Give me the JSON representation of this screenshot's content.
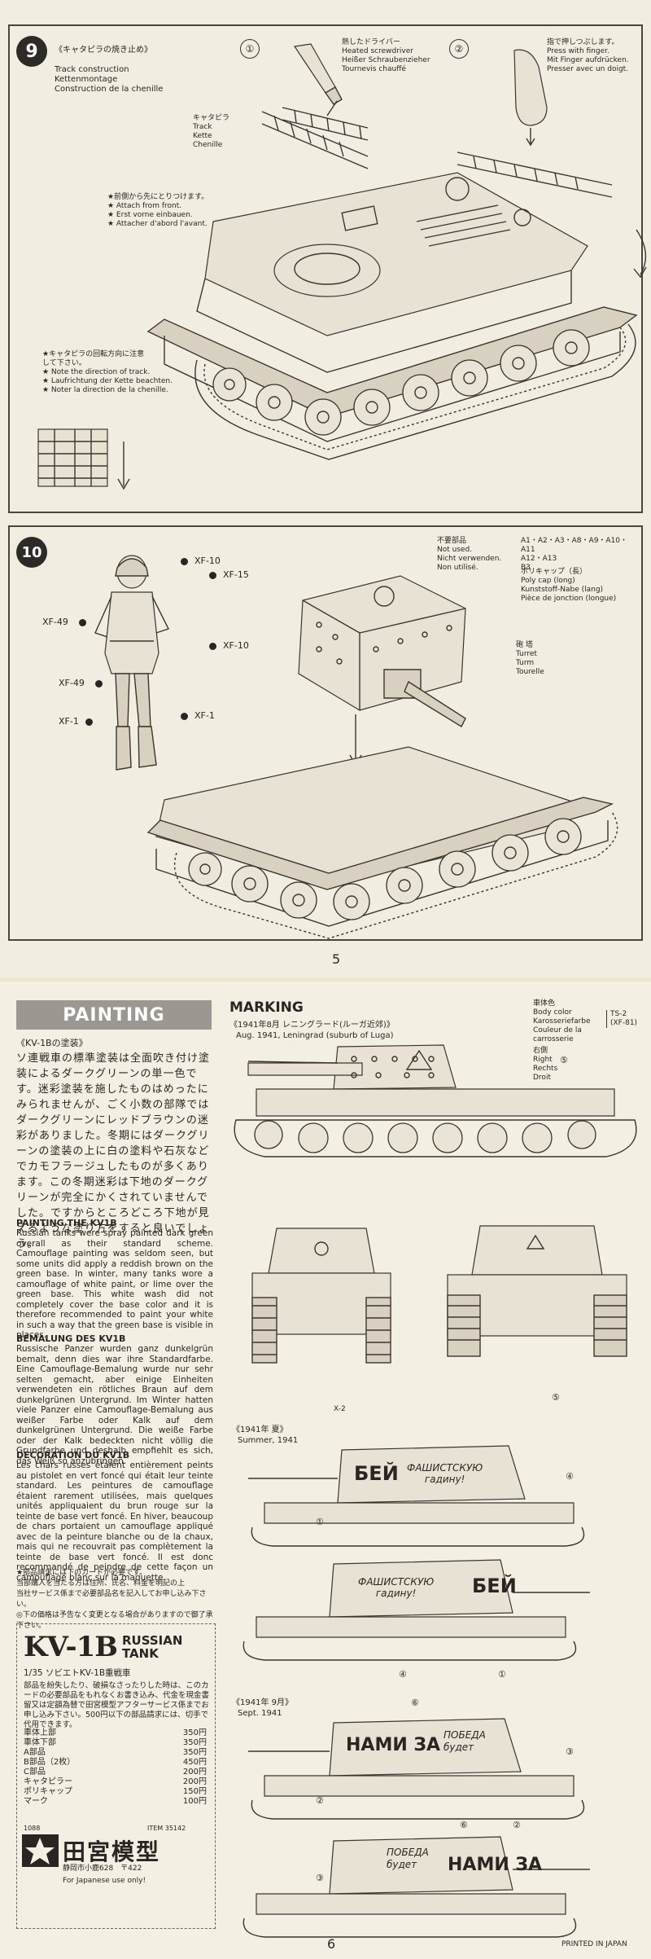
{
  "page5": {
    "page_number": "5",
    "step9": {
      "number": "9",
      "title_jp": "《キャタピラの焼き止め》",
      "title": "Track construction\nKettenmontage\nConstruction de la chenille",
      "sub1_num": "①",
      "sub1_text": "熱したドライバー\nHeated screwdriver\nHeißer Schraubenzieher\nTournevis chauffé",
      "sub2_num": "②",
      "sub2_text": "指で押しつぶします。\nPress with finger.\nMit Finger aufdrücken.\nPresser avec un doigt.",
      "track_label": "キャタピラ\nTrack\nKette\nChenille",
      "attach_note": "★前側から先にとりつけます。\n★ Attach from front.\n★ Erst vorne einbauen.\n★ Attacher d'abord l'avant.",
      "direction_note": "★キャタピラの回転方向に注意\n  して下さい。\n★ Note the direction of track.\n★ Laufrichtung der Kette beachten.\n★ Noter la direction de la chenille."
    },
    "step10": {
      "number": "10",
      "not_used": "不要部品\nNot used.\nNicht verwenden.\nNon utilisé.",
      "not_used_parts": "A1・A2・A3・A8・A9・A10・A11\nA12・A13\nB3",
      "polycap": "ポリキャップ（長）\nPoly cap (long)\nKunststoff-Nabe (lang)\nPièce de jonction (longue)",
      "turret": "砲 塔\nTurret\nTurm\nTourelle",
      "colors": {
        "cap": "XF-10",
        "face": "XF-15",
        "tunic_left": "XF-49",
        "belt": "XF-10",
        "trousers": "XF-49",
        "boots_left": "XF-1",
        "boots_right": "XF-1"
      }
    }
  },
  "page6": {
    "page_number": "6",
    "painting": {
      "header": "PAINTING",
      "jp_title": "《KV-1Bの塗装》",
      "jp_body": "ソ連戦車の標準塗装は全面吹き付け塗装によるダークグリーンの単一色です。迷彩塗装を施したものはめったにみられませんが、ごく小数の部隊ではダークグリーンにレッドブラウンの迷彩がありました。冬期にはダークグリーンの塗装の上に白の塗料や石灰などでカモフラージュしたものが多くあります。この冬期迷彩は下地のダークグリーンが完全にかくされていませんでした。ですからところどころ下地が見えるような塗り方をすると良いでしょう。",
      "en_title": "PAINTING THE KV1B",
      "en_body": "Russian tanks were spray painted dark green overall as their standard scheme. Camouflage painting was seldom seen, but some units did apply a reddish brown on the green base. In winter, many tanks wore a camouflage of white paint, or lime over the green base. This white wash did not completely cover the base color and it is therefore recommended to paint your white in such a way that the green base is visible in places.",
      "de_title": "BEMALUNG DES KV1B",
      "de_body": "Russische Panzer wurden ganz dunkelgrün bemalt, denn dies war ihre Standardfarbe. Eine Camouflage-Bemalung wurde nur sehr selten gemacht, aber einige Einheiten verwendeten ein rötliches Braun auf dem dunkelgrünen Untergrund. Im Winter hatten viele Panzer eine Camouflage-Bemalung aus weißer Farbe oder Kalk auf dem dunkelgrünen Untergrund. Die weiße Farbe oder der Kalk bedeckten nicht völlig die Grundfarbe und deshalb empfiehlt es sich, das Weiß so anzubringen.",
      "fr_title": "DECORATION DU KV1B",
      "fr_body": "Les chars russes étaient entièrement peints au pistolet en vert foncé qui était leur teinte standard. Les peintures de camouflage étaient rarement utilisées, mais quelques unités appliquaient du brun rouge sur la teinte de base vert foncé. En hiver, beaucoup de chars portaient un camouflage appliqué avec de la peinture blanche ou de la chaux, mais qui ne recouvrait pas complètement la teinte de base vert foncé. Il est donc recommandé de peindre de cette façon un camouflage blanc sur la maquette.",
      "parts_note": "★部品請求には下のカードが必要です。\n当部購入を当たる方は住所、氏名、料金を明記の上\n当社サービス係まで必要部品名を記入してお申し込み下さい。\n◎下の価格は予告なく変更となる場合がありますので御了承下さい。"
    },
    "card": {
      "logo_big": "KV-1B",
      "logo_word1": "RUSSIAN",
      "logo_word2": "TANK",
      "subtitle": "1/35 ソビエトKV-1B重戦車",
      "info": "部品を紛失したり、破損なさったりした時は、このカードの必要部品をもれなくお書き込み、代金を現金書留又は定額為替で田宮模型アフターサービス係までお申し込み下さい。500円以下の部品請求には、切手で代用できます。",
      "rows": [
        {
          "name": "車体上部",
          "price": "350円"
        },
        {
          "name": "車体下部",
          "price": "350円"
        },
        {
          "name": "A部品",
          "price": "350円"
        },
        {
          "name": "B部品（2枚）",
          "price": "450円"
        },
        {
          "name": "C部品",
          "price": "200円"
        },
        {
          "name": "キャタピラー",
          "price": "200円"
        },
        {
          "name": "ポリキャップ",
          "price": "150円"
        },
        {
          "name": "マーク",
          "price": "100円"
        }
      ],
      "code": "1088",
      "item": "ITEM 35142",
      "brand": "田宮模型",
      "address": "静岡市小鹿628　〒422",
      "japan_only": "For Japanese use only!"
    },
    "marking": {
      "title": "MARKING",
      "body_color_label": "車体色\nBody color\nKarosseriefarbe\nCouleur de la\ncarrosserie",
      "body_color_value": "TS-2\n(XF-81)",
      "section1_jp": "《1941年8月 レニングラード(ルーガ近郊)》",
      "section1_en": "Aug. 1941, Leningrad (suburb of Luga)",
      "right_label": "右側\nRight\nRechts\nDroit",
      "right_num": "⑤",
      "x2": "X-2",
      "section2_jp": "《1941年 夏》",
      "section2_en": "Summer, 1941",
      "section3_jp": "《1941年 9月》",
      "section3_en": "Sept. 1941",
      "slogan1": "БЕЙ",
      "slogan2": "ФАШИСТСКУЮ\nгадину!",
      "slogan3": "НАМИ ЗА",
      "slogan4": "ПОБЕДА\nбудет",
      "decal_nums": {
        "one": "①",
        "two": "②",
        "three": "③",
        "four": "④",
        "five": "⑤",
        "six": "⑥"
      },
      "printed": "PRINTED IN JAPAN"
    }
  }
}
